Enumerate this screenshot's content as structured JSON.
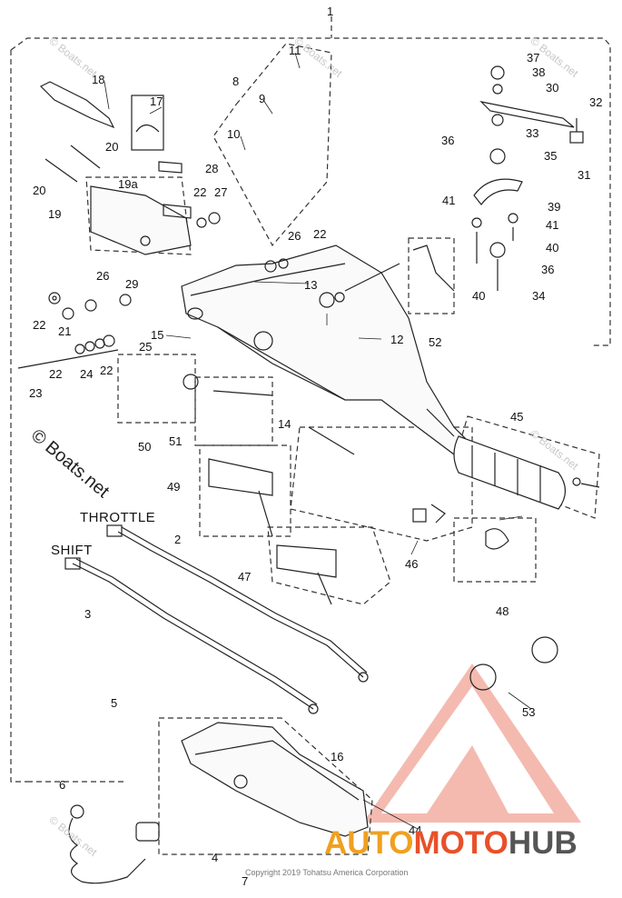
{
  "diagram": {
    "callouts": [
      "1",
      "2",
      "3",
      "4",
      "5",
      "6",
      "7",
      "8",
      "9",
      "10",
      "11",
      "12",
      "13",
      "14",
      "15",
      "16",
      "17",
      "18",
      "19",
      "19a",
      "20",
      "20",
      "21",
      "22",
      "22",
      "22",
      "22",
      "22",
      "23",
      "24",
      "25",
      "26",
      "26",
      "27",
      "28",
      "29",
      "30",
      "31",
      "32",
      "33",
      "34",
      "35",
      "36",
      "36",
      "37",
      "38",
      "39",
      "40",
      "40",
      "41",
      "41",
      "44",
      "45",
      "46",
      "47",
      "48",
      "49",
      "50",
      "51",
      "52",
      "53"
    ],
    "labels": {
      "throttle": "THROTTLE",
      "shift": "SHIFT"
    },
    "watermark": "© Boats.net",
    "watermark_small": "© Boats.net",
    "copyright": "Copyright 2019 Tohatsu America Corporation",
    "brand": {
      "part1": "AUTO",
      "part2": "MOTO",
      "part3": "HUB"
    },
    "colors": {
      "line": "#222222",
      "logo_red": "#e8412a",
      "logo_orange": "#f0a020",
      "logo_gray": "#555555"
    }
  }
}
